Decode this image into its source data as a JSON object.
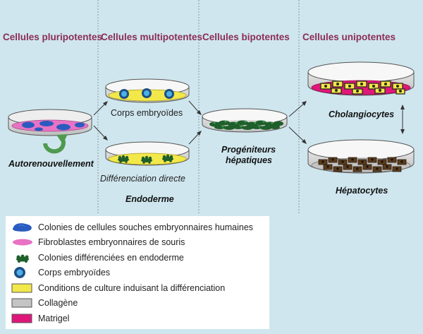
{
  "columns": [
    "Cellules pluripotentes",
    "Cellules  multipotentes",
    "Cellules  bipotentes",
    "Cellules  unipotentes"
  ],
  "labels": {
    "autorenouvellement": "Autorenouvellement",
    "corps_embryoides": "Corps embryoïdes",
    "differenciation_directe": "Différenciation directe",
    "endoderme": "Endoderme",
    "progeniteurs_line1": "Progéniteurs",
    "progeniteurs_line2": "hépatiques",
    "cholangiocytes": "Cholangiocytes",
    "hepatocytes": "Hépatocytes"
  },
  "legend": [
    {
      "symbol": "blue-colony",
      "text": "Colonies de cellules souches embryonnaires humaines"
    },
    {
      "symbol": "pink-fibroblast",
      "text": "Fibroblastes embryonnaires de souris"
    },
    {
      "symbol": "green-colony",
      "text": "Colonies différenciées en endoderme"
    },
    {
      "symbol": "embryoid-body",
      "text": "Corps embryoïdes"
    },
    {
      "symbol": "yellow-box",
      "text": "Conditions de culture induisant la différenciation"
    },
    {
      "symbol": "grey-box",
      "text": "Collagène"
    },
    {
      "symbol": "magenta-box",
      "text": "Matrigel"
    }
  ],
  "colors": {
    "background": "#cfe6ee",
    "title": "#8b2d55",
    "yellow": "#f2e84a",
    "pink": "#e873c4",
    "magenta": "#e0177a",
    "grey": "#c4c4c4",
    "blue_colony": "#2a5bbf",
    "green": "#1f5f2b",
    "hepatocyte": "#5a3d1e"
  }
}
